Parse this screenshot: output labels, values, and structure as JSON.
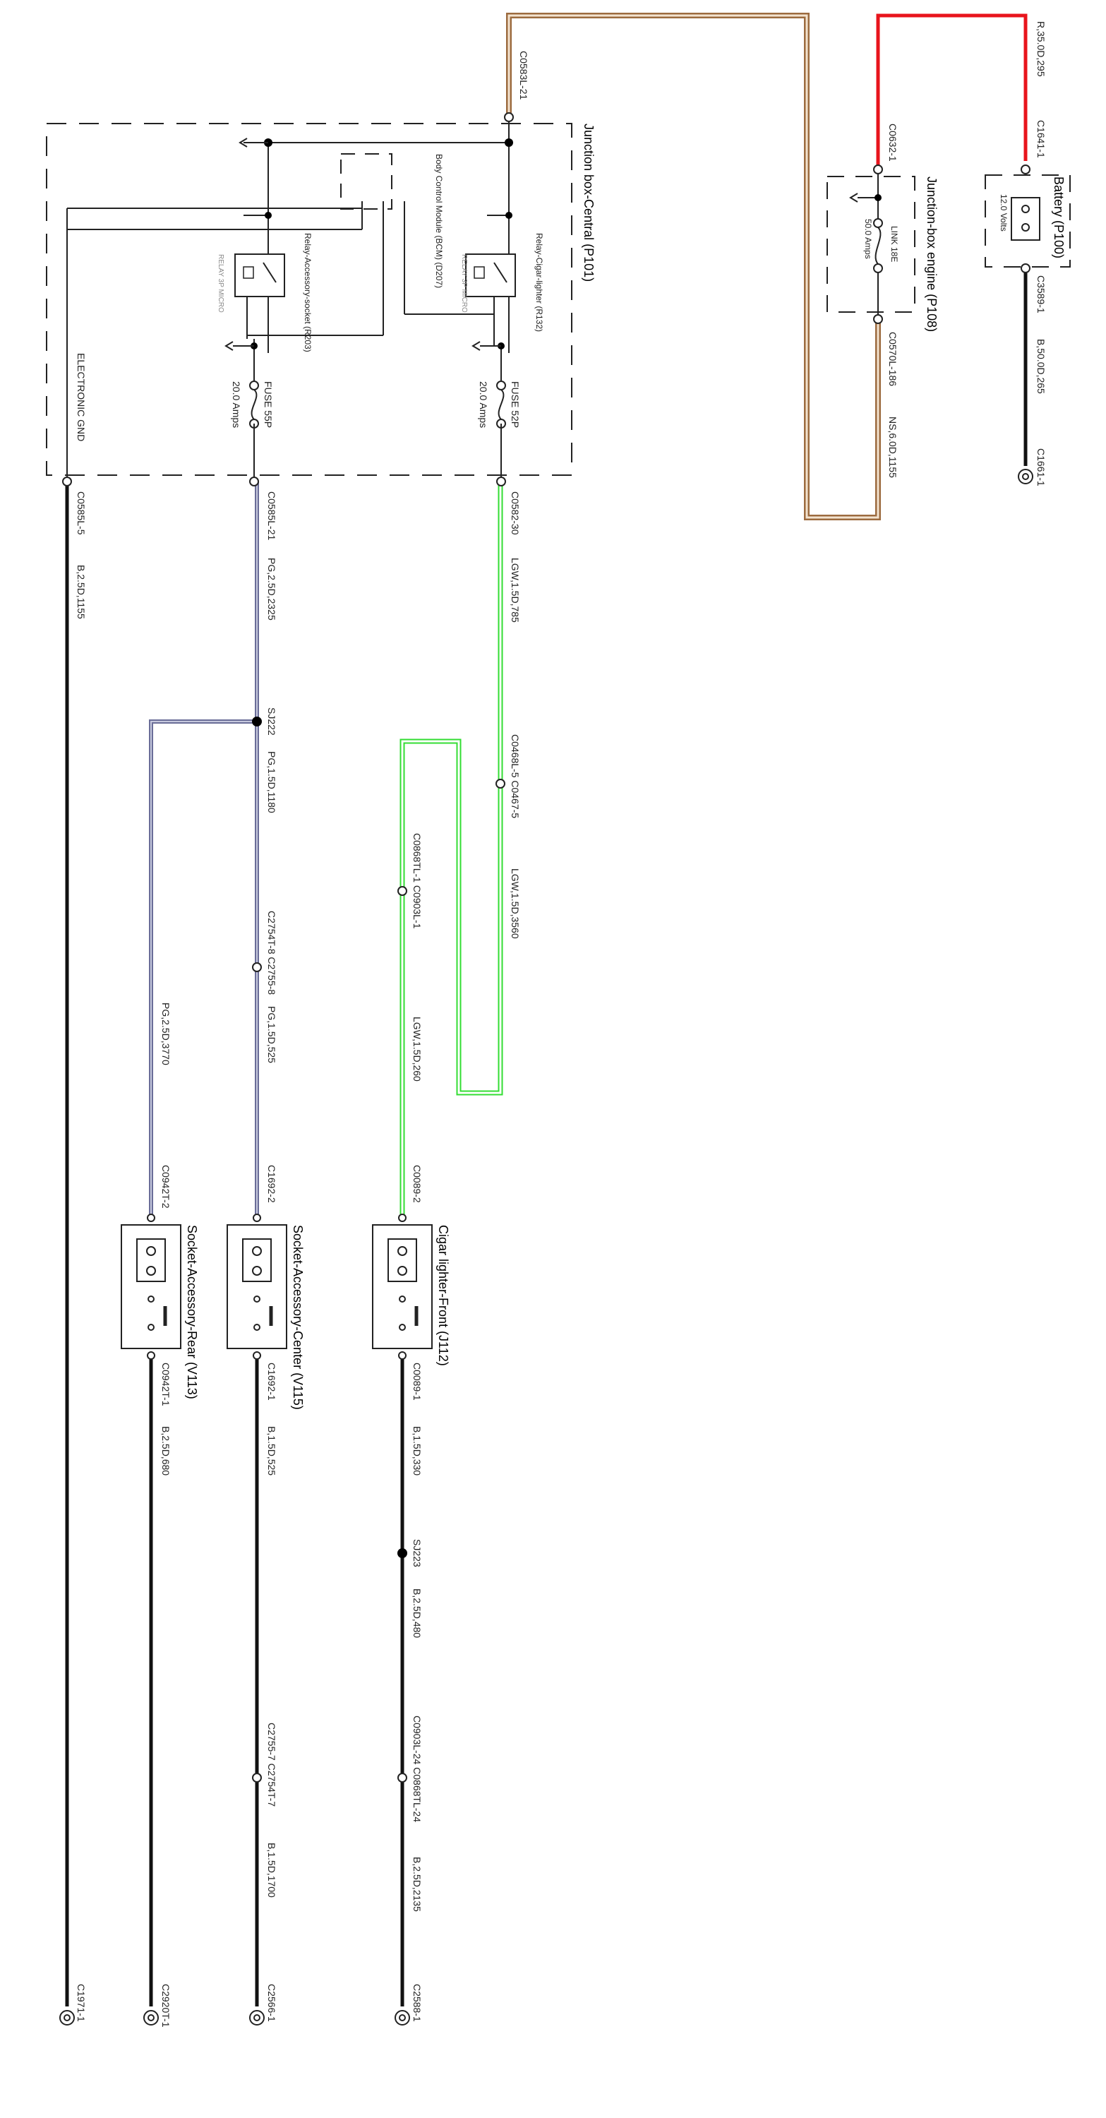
{
  "colors": {
    "red": "#e8141c",
    "brown": "#9c6b3f",
    "green": "#33dd33",
    "pg": "#6a6d98",
    "black": "#111111"
  },
  "components": {
    "battery": {
      "name": "Battery (P100)",
      "voltage": "12.0 Volts"
    },
    "jb_engine": {
      "name": "Junction-box engine (P108)",
      "link": "LINK 18E",
      "amps": "50.0 Amps"
    },
    "jb_central": {
      "name": "Junction box-Central (P101)"
    },
    "bcm": "Body Control Module (BCM) (D207)",
    "relay_cigar": {
      "name": "Relay-Cigar-lighter (R132)",
      "type": "RELAY 3P MICRO"
    },
    "relay_accessory": {
      "name": "Relay-Accessory-socket (R203)",
      "type": "RELAY 3P MICRO"
    },
    "fuse_52p": {
      "name": "FUSE 52P",
      "amps": "20.0 Amps"
    },
    "fuse_55p": {
      "name": "FUSE 55P",
      "amps": "20.0 Amps"
    },
    "electronic_gnd": "ELECTRONIC GND",
    "cigar_lighter": "Cigar lighter-Front (J112)",
    "socket_center": "Socket-Accessory-Center (V115)",
    "socket_rear": "Socket-Accessory-Rear (V113)"
  },
  "labels": {
    "c1641_1": "C1641-1",
    "r_35": "R,35.0D,295",
    "c3589_1": "C3589-1",
    "b_50": "B,50.0D,265",
    "c1661_1": "C1661-1",
    "c0632_1": "C0632-1",
    "c0570l_186": "C0570L-186",
    "ns_6": "NS,6.0D,1155",
    "c0583l_21": "C0583L-21",
    "c0582_30": "C0582-30",
    "lgw_15_785": "LGW,1.5D,785",
    "c0468l_5": "C0468L-5 C0467-5",
    "lgw_15_3560": "LGW,1.5D,3560",
    "c0868tl_1": "C0868TL-1 C0903L-1",
    "lgw_15_260": "LGW,1.5D,260",
    "c0089_2": "C0089-2",
    "c0089_1": "C0089-1",
    "b_15_330": "B,1.5D,330",
    "sj223": "SJ223",
    "b_25_480": "B,2.5D,480",
    "c0903l_24": "C0903L-24 C0868TL-24",
    "b_25_2135": "B,2.5D,2135",
    "c2588_1": "C2588-1",
    "c0585l_21": "C0585L-21",
    "pg_25_2325": "PG,2.5D,2325",
    "sj222": "SJ222",
    "pg_15_1180": "PG,1.5D,1180",
    "c2754t_8": "C2754T-8 C2755-8",
    "pg_15_525": "PG,1.5D,525",
    "c1692_2": "C1692-2",
    "c1692_1": "C1692-1",
    "b_15_525": "B,1.5D,525",
    "c2755_7": "C2755-7 C2754T-7",
    "b_15_1700": "B,1.5D,1700",
    "c2566_1": "C2566-1",
    "pg_25_3770": "PG,2.5D,3770",
    "c0942t_2": "C0942T-2",
    "c0942t_1": "C0942T-1",
    "b_25_680": "B,2.5D,680",
    "c2920t_1": "C2920T-1",
    "c0585l_5": "C0585L-5",
    "b_25_1155": "B,2.5D,1155",
    "c1971_1": "C1971-1"
  }
}
